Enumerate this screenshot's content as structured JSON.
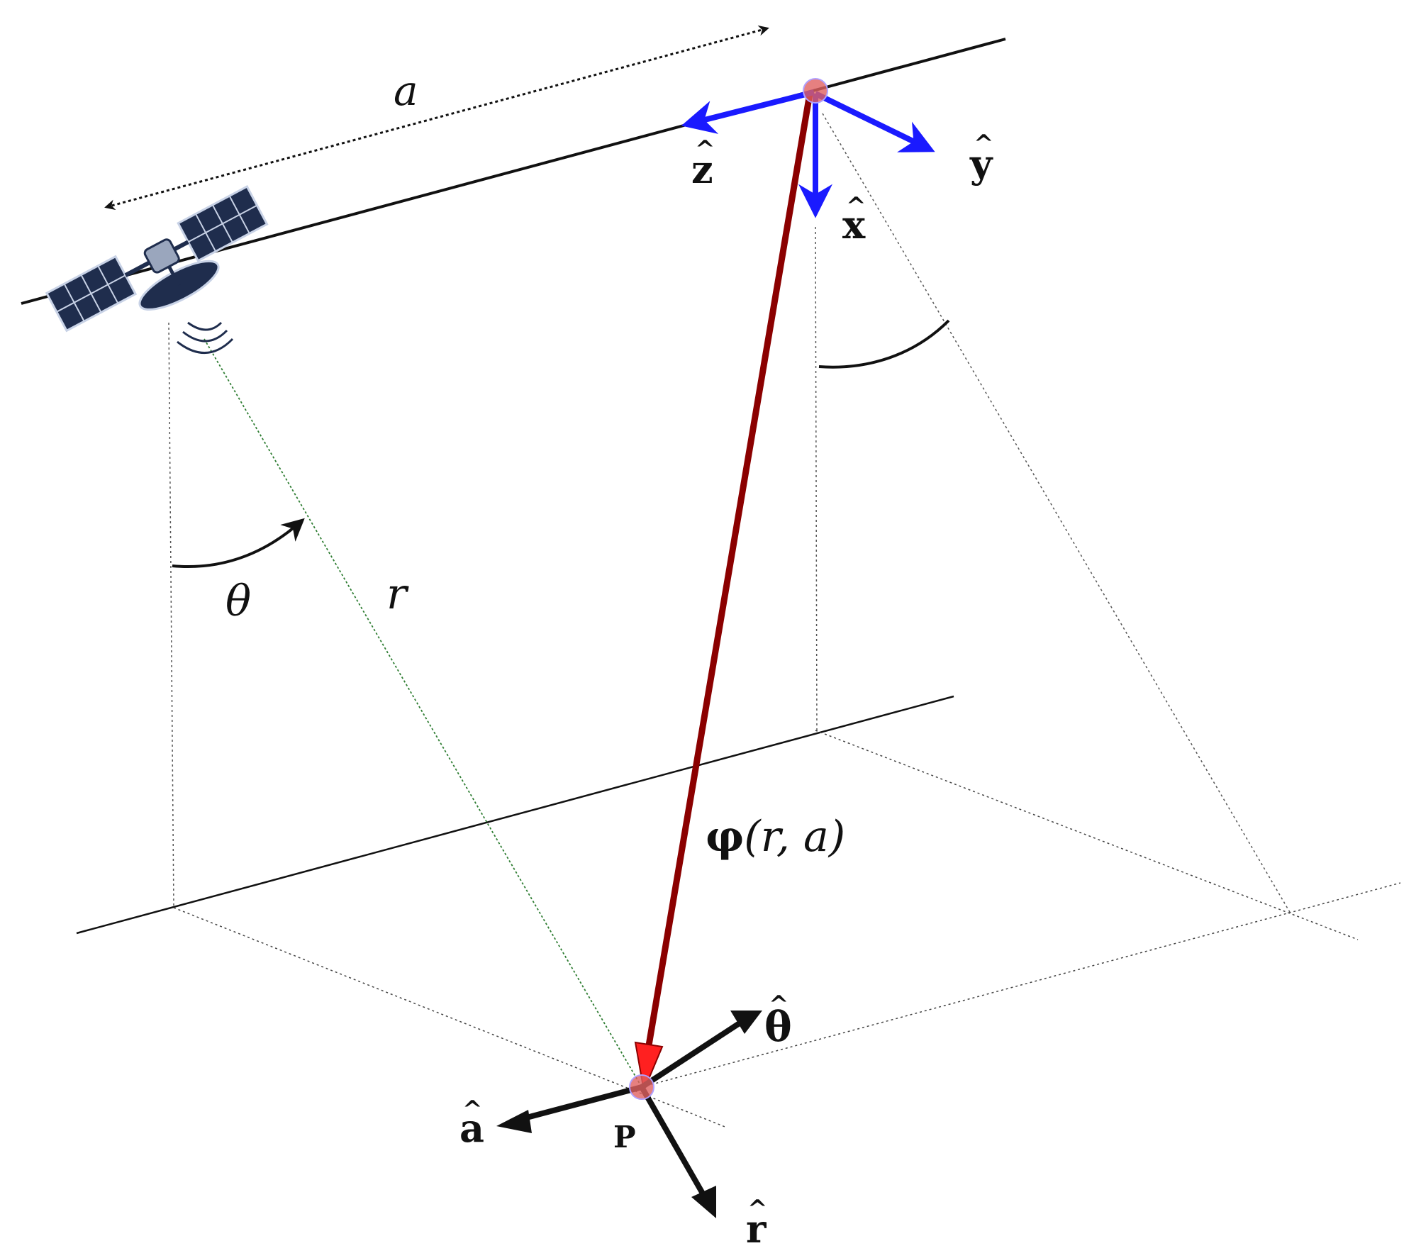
{
  "labels": {
    "a": "a",
    "theta": "θ",
    "r": "r",
    "phi": "φ",
    "phi_args": "(r, a)",
    "p": "P"
  },
  "vectors": {
    "z_hat": "z",
    "y_hat": "y",
    "x_hat": "x",
    "theta_hat": "θ",
    "a_hat": "a",
    "r_hat": "r",
    "hat_mark": "^"
  },
  "colors": {
    "axis_blue": "#1a1aff",
    "phi_vector": "#8b0000",
    "phi_head": "#ff2020",
    "point": "#e06060",
    "ink": "#111111",
    "dotted": "#555555",
    "green_dotted": "#2e7d32",
    "panel": "#1f2d4d"
  },
  "icons": {
    "satellite": "satellite-icon"
  }
}
